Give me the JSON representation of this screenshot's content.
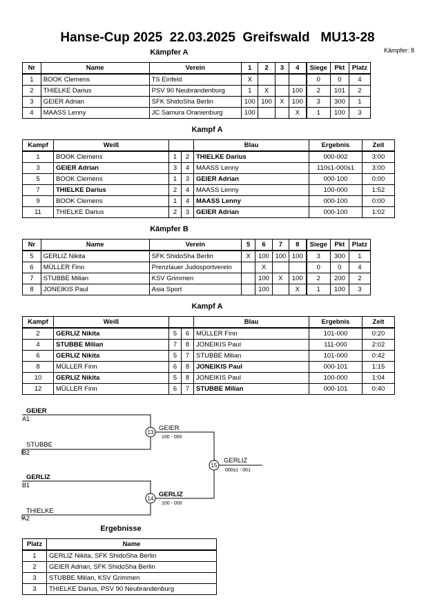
{
  "header": {
    "title": "Hanse-Cup 2025  22.03.2025  Greifswald   MU13-28",
    "fighter_count": "Kämpfer: 8"
  },
  "pool_a": {
    "title": "Kämpfer A",
    "headers": [
      "Nr",
      "Name",
      "Verein",
      "1",
      "2",
      "3",
      "4",
      "Siege",
      "Pkt",
      "Platz"
    ],
    "rows": [
      [
        "1",
        "BOOK Clemens",
        "TS Einfeld",
        "X",
        "",
        "",
        "",
        "0",
        "0",
        "4"
      ],
      [
        "2",
        "THIELKE Darius",
        "PSV 90 Neubrandenburg",
        "1",
        "X",
        "",
        "100",
        "2",
        "101",
        "2"
      ],
      [
        "3",
        "GEIER Adrian",
        "SFK ShidoSha Berlin",
        "100",
        "100",
        "X",
        "100",
        "3",
        "300",
        "1"
      ],
      [
        "4",
        "MAASS Lenny",
        "JC Samura Oranienburg",
        "100",
        "",
        "",
        "X",
        "1",
        "100",
        "3"
      ]
    ]
  },
  "fights_a": {
    "title": "Kampf A",
    "headers": [
      "Kampf",
      "Weiß",
      "Blau",
      "Ergebnis",
      "Zeit"
    ],
    "rows": [
      {
        "no": "1",
        "white": "BOOK Clemens",
        "wb": false,
        "wn": "1",
        "bn": "2",
        "blue": "THIELKE Darius",
        "bb": true,
        "result": "000-002",
        "time": "3:00"
      },
      {
        "no": "3",
        "white": "GEIER Adrian",
        "wb": true,
        "wn": "3",
        "bn": "4",
        "blue": "MAASS Lenny",
        "bb": false,
        "result": "110s1-000s1",
        "time": "3:00"
      },
      {
        "no": "5",
        "white": "BOOK Clemens",
        "wb": false,
        "wn": "1",
        "bn": "3",
        "blue": "GEIER Adrian",
        "bb": true,
        "result": "000-100",
        "time": "0:00"
      },
      {
        "no": "7",
        "white": "THIELKE Darius",
        "wb": true,
        "wn": "2",
        "bn": "4",
        "blue": "MAASS Lenny",
        "bb": false,
        "result": "100-000",
        "time": "1:52"
      },
      {
        "no": "9",
        "white": "BOOK Clemens",
        "wb": false,
        "wn": "1",
        "bn": "4",
        "blue": "MAASS Lenny",
        "bb": true,
        "result": "000-100",
        "time": "0:00"
      },
      {
        "no": "11",
        "white": "THIELKE Darius",
        "wb": false,
        "wn": "2",
        "bn": "3",
        "blue": "GEIER Adrian",
        "bb": true,
        "result": "000-100",
        "time": "1:02"
      }
    ]
  },
  "pool_b": {
    "title": "Kämpfer B",
    "headers": [
      "Nr",
      "Name",
      "Verein",
      "5",
      "6",
      "7",
      "8",
      "Siege",
      "Pkt",
      "Platz"
    ],
    "rows": [
      [
        "5",
        "GERLIZ Nikita",
        "SFK ShidoSha Berlin",
        "X",
        "100",
        "100",
        "100",
        "3",
        "300",
        "1"
      ],
      [
        "6",
        "MÜLLER Finn",
        "Prenzlauer Judosportverein",
        "",
        "X",
        "",
        "",
        "0",
        "0",
        "4"
      ],
      [
        "7",
        "STUBBE Milian",
        "KSV Grimmen",
        "",
        "100",
        "X",
        "100",
        "2",
        "200",
        "2"
      ],
      [
        "8",
        "JONEIKIS Paul",
        "Asia Sport",
        "",
        "100",
        "",
        "X",
        "1",
        "100",
        "3"
      ]
    ]
  },
  "fights_b": {
    "title": "Kampf A",
    "headers": [
      "Kampf",
      "Weiß",
      "Blau",
      "Ergebnis",
      "Zeit"
    ],
    "rows": [
      {
        "no": "2",
        "white": "GERLIZ Nikita",
        "wb": true,
        "wn": "5",
        "bn": "6",
        "blue": "MÜLLER Finn",
        "bb": false,
        "result": "101-000",
        "time": "0:20"
      },
      {
        "no": "4",
        "white": "STUBBE Milian",
        "wb": true,
        "wn": "7",
        "bn": "8",
        "blue": "JONEIKIS Paul",
        "bb": false,
        "result": "111-000",
        "time": "2:02"
      },
      {
        "no": "6",
        "white": "GERLIZ Nikita",
        "wb": true,
        "wn": "5",
        "bn": "7",
        "blue": "STUBBE Milian",
        "bb": false,
        "result": "101-000",
        "time": "0:42"
      },
      {
        "no": "8",
        "white": "MÜLLER Finn",
        "wb": false,
        "wn": "6",
        "bn": "8",
        "blue": "JONEIKIS Paul",
        "bb": true,
        "result": "000-101",
        "time": "1:15"
      },
      {
        "no": "10",
        "white": "GERLIZ Nikita",
        "wb": true,
        "wn": "5",
        "bn": "8",
        "blue": "JONEIKIS Paul",
        "bb": false,
        "result": "100-000",
        "time": "1:04"
      },
      {
        "no": "12",
        "white": "MÜLLER Finn",
        "wb": false,
        "wn": "6",
        "bn": "7",
        "blue": "STUBBE Milian",
        "bb": true,
        "result": "000-101",
        "time": "0:40"
      }
    ]
  },
  "bracket": {
    "sf1_top_name": "GEIER",
    "sf1_top_seed": "A1",
    "sf1_bottom_name": "STUBBE",
    "sf1_bottom_seed": "B2",
    "sf1_fight": "13",
    "sf1_winner": "GEIER",
    "sf1_score": "100 - 000",
    "sf2_top_name": "GERLIZ",
    "sf2_top_seed": "B1",
    "sf2_bottom_name": "THIELKE",
    "sf2_bottom_seed": "A2",
    "sf2_fight": "14",
    "sf2_winner": "GERLIZ",
    "sf2_score": "100 - 000",
    "final_fight": "15",
    "final_winner": "GERLIZ",
    "final_score": "000s1 - 001"
  },
  "results": {
    "title": "Ergebnisse",
    "headers": [
      "Platz",
      "Name"
    ],
    "rows": [
      [
        "1",
        "GERLIZ Nikita, SFK ShidoSha Berlin"
      ],
      [
        "2",
        "GEIER Adrian, SFK ShidoSha Berlin"
      ],
      [
        "3",
        "STUBBE Milian, KSV Grimmen"
      ],
      [
        "3",
        "THIELKE Darius, PSV 90 Neubrandenburg"
      ]
    ]
  }
}
